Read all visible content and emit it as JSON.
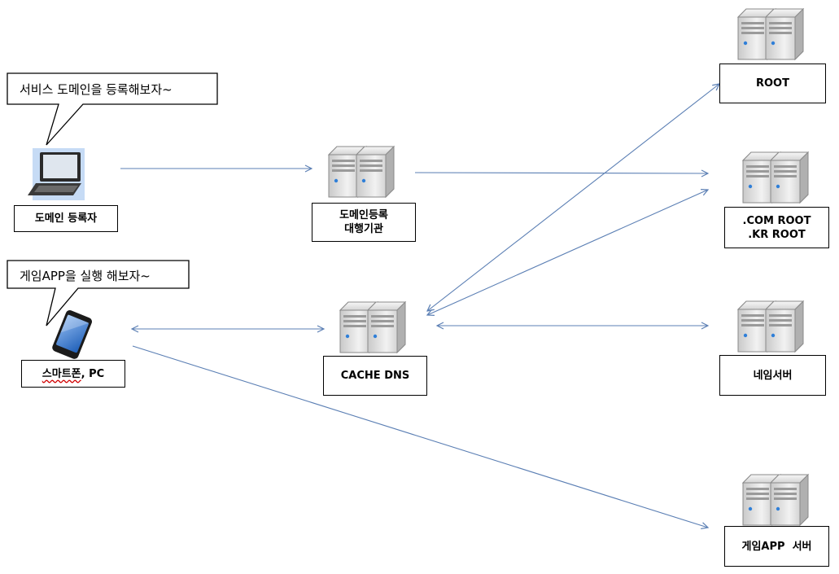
{
  "bubbles": {
    "registrant_speech": "서비스 도메인을 등록해보자~",
    "phone_speech": "게임APP을 실행 해보자~"
  },
  "labels": {
    "registrant": "도메인 등록자",
    "registrar_line1": "도메인등록",
    "registrar_line2": "대행기관",
    "cache_dns": "CACHE DNS",
    "root": "ROOT",
    "com_root": ".COM ROOT",
    "kr_root": ".KR ROOT",
    "name_server": "네임서버",
    "game_server": "게임APP  서버",
    "phone_word": "스마트폰",
    "phone_rest": ", PC"
  },
  "icons": {
    "laptop": "laptop-icon",
    "phone": "smartphone-icon",
    "server": "server-icon"
  },
  "colors": {
    "arrow": "#5b7fb4",
    "box_border": "#000000",
    "server_body": "#e6e6e6",
    "screen": "#2c6fc4"
  }
}
